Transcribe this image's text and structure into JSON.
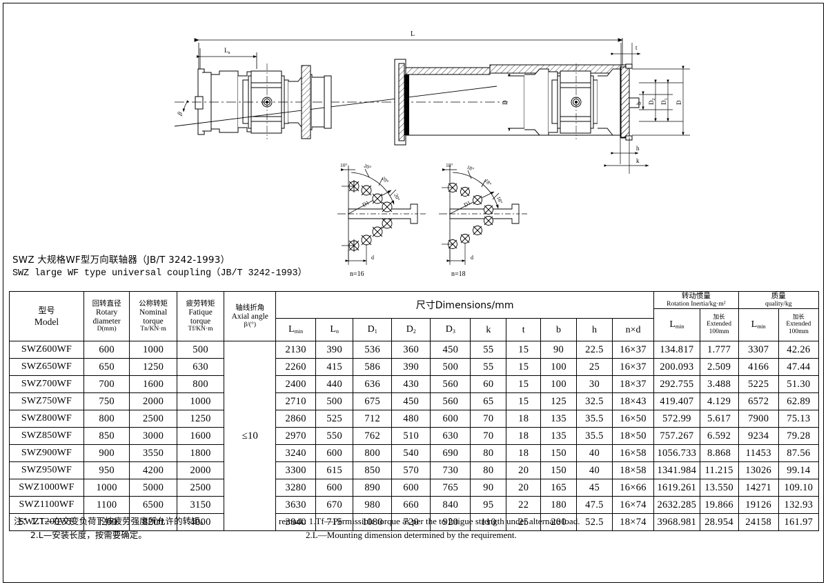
{
  "titles": {
    "chinese": "SWZ 大规格WF型万向联轴器（JB/T 3242-1993）",
    "english": "SWZ large WF type universal coupling（JB/T 3242-1993）"
  },
  "drawing": {
    "labels": {
      "overall_length": "L",
      "mounting_length": "Ln",
      "angle": "β",
      "t": "t",
      "b": "b",
      "k": "k",
      "h": "h",
      "D": "D",
      "D1": "D₁",
      "D2": "D₂",
      "D3": "D₃",
      "bolt_left_caption": "n=16",
      "bolt_right_caption": "n=18",
      "bolt_left_angles": [
        "10°",
        "20°",
        "20°",
        "20°"
      ],
      "bolt_right_angles": [
        "18°",
        "18°",
        "18°",
        "18°"
      ],
      "bolt_circle_label": "D1",
      "bolt_dia_label": "d"
    }
  },
  "table": {
    "group_headers": {
      "dimensions": "尺寸Dimensions/mm",
      "inertia_cn": "转动惯量",
      "inertia_en": "Rotation Inertia/kg·m²",
      "quality_cn": "质量",
      "quality_en": "quality/kg"
    },
    "columns": [
      {
        "cn": "型号",
        "en": "Model",
        "unit": ""
      },
      {
        "cn": "回转直径",
        "en": "Rotary diameter",
        "unit": "D(mm)"
      },
      {
        "cn": "公称转矩",
        "en": "Nominal torque",
        "unit": "Tn/KN·m"
      },
      {
        "cn": "疲劳转矩",
        "en": "Fatique torque",
        "unit": "Tf/KN·m"
      },
      {
        "cn": "轴线折角",
        "en": "Axial angle",
        "unit": "β/(°)"
      }
    ],
    "dim_columns": [
      "Lmin",
      "Ln",
      "D1",
      "D2",
      "D3",
      "k",
      "t",
      "b",
      "h",
      "n×d"
    ],
    "inertia_columns": [
      {
        "label": "Lmin",
        "sub": ""
      },
      {
        "label": "加长",
        "en": "Extended",
        "unit": "100mm"
      }
    ],
    "quality_columns": [
      {
        "label": "Lmin",
        "sub": ""
      },
      {
        "label": "加长",
        "en": "Extended",
        "unit": "100mm"
      }
    ],
    "axial_angle_value": "≤10",
    "rows": [
      {
        "model": "SWZ600WF",
        "D": "600",
        "Tn": "1000",
        "Tf": "500",
        "Lmin": "2130",
        "Ln": "390",
        "D1": "536",
        "D2": "360",
        "D3": "450",
        "k": "55",
        "t": "15",
        "b": "90",
        "h": "22.5",
        "nxd": "16×37",
        "inertia_L": "134.817",
        "inertia_ext": "1.777",
        "mass_L": "3307",
        "mass_ext": "42.26"
      },
      {
        "model": "SWZ650WF",
        "D": "650",
        "Tn": "1250",
        "Tf": "630",
        "Lmin": "2260",
        "Ln": "415",
        "D1": "586",
        "D2": "390",
        "D3": "500",
        "k": "55",
        "t": "15",
        "b": "100",
        "h": "25",
        "nxd": "16×37",
        "inertia_L": "200.093",
        "inertia_ext": "2.509",
        "mass_L": "4166",
        "mass_ext": "47.44"
      },
      {
        "model": "SWZ700WF",
        "D": "700",
        "Tn": "1600",
        "Tf": "800",
        "Lmin": "2400",
        "Ln": "440",
        "D1": "636",
        "D2": "430",
        "D3": "560",
        "k": "60",
        "t": "15",
        "b": "100",
        "h": "30",
        "nxd": "18×37",
        "inertia_L": "292.755",
        "inertia_ext": "3.488",
        "mass_L": "5225",
        "mass_ext": "51.30"
      },
      {
        "model": "SWZ750WF",
        "D": "750",
        "Tn": "2000",
        "Tf": "1000",
        "Lmin": "2710",
        "Ln": "500",
        "D1": "675",
        "D2": "450",
        "D3": "560",
        "k": "65",
        "t": "15",
        "b": "125",
        "h": "32.5",
        "nxd": "18×43",
        "inertia_L": "419.407",
        "inertia_ext": "4.129",
        "mass_L": "6572",
        "mass_ext": "62.89"
      },
      {
        "model": "SWZ800WF",
        "D": "800",
        "Tn": "2500",
        "Tf": "1250",
        "Lmin": "2860",
        "Ln": "525",
        "D1": "712",
        "D2": "480",
        "D3": "600",
        "k": "70",
        "t": "18",
        "b": "135",
        "h": "35.5",
        "nxd": "16×50",
        "inertia_L": "572.99",
        "inertia_ext": "5.617",
        "mass_L": "7900",
        "mass_ext": "75.13"
      },
      {
        "model": "SWZ850WF",
        "D": "850",
        "Tn": "3000",
        "Tf": "1600",
        "Lmin": "2970",
        "Ln": "550",
        "D1": "762",
        "D2": "510",
        "D3": "630",
        "k": "70",
        "t": "18",
        "b": "135",
        "h": "35.5",
        "nxd": "18×50",
        "inertia_L": "757.267",
        "inertia_ext": "6.592",
        "mass_L": "9234",
        "mass_ext": "79.28"
      },
      {
        "model": "SWZ900WF",
        "D": "900",
        "Tn": "3550",
        "Tf": "1800",
        "Lmin": "3240",
        "Ln": "600",
        "D1": "800",
        "D2": "540",
        "D3": "690",
        "k": "80",
        "t": "18",
        "b": "150",
        "h": "40",
        "nxd": "16×58",
        "inertia_L": "1056.733",
        "inertia_ext": "8.868",
        "mass_L": "11453",
        "mass_ext": "87.56"
      },
      {
        "model": "SWZ950WF",
        "D": "950",
        "Tn": "4200",
        "Tf": "2000",
        "Lmin": "3300",
        "Ln": "615",
        "D1": "850",
        "D2": "570",
        "D3": "730",
        "k": "80",
        "t": "20",
        "b": "150",
        "h": "40",
        "nxd": "18×58",
        "inertia_L": "1341.984",
        "inertia_ext": "11.215",
        "mass_L": "13026",
        "mass_ext": "99.14"
      },
      {
        "model": "SWZ1000WF",
        "D": "1000",
        "Tn": "5000",
        "Tf": "2500",
        "Lmin": "3280",
        "Ln": "600",
        "D1": "890",
        "D2": "600",
        "D3": "765",
        "k": "90",
        "t": "20",
        "b": "165",
        "h": "45",
        "nxd": "16×66",
        "inertia_L": "1619.261",
        "inertia_ext": "13.550",
        "mass_L": "14271",
        "mass_ext": "109.10"
      },
      {
        "model": "SWZ1100WF",
        "D": "1100",
        "Tn": "6500",
        "Tf": "3150",
        "Lmin": "3630",
        "Ln": "670",
        "D1": "980",
        "D2": "660",
        "D3": "840",
        "k": "95",
        "t": "22",
        "b": "180",
        "h": "47.5",
        "nxd": "16×74",
        "inertia_L": "2632.285",
        "inertia_ext": "19.866",
        "mass_L": "19126",
        "mass_ext": "132.93"
      },
      {
        "model": "SWZ1200WF",
        "D": "1200",
        "Tn": "8200",
        "Tf": "4000",
        "Lmin": "3840",
        "Ln": "715",
        "D1": "1080",
        "D2": "720",
        "D3": "920",
        "k": "110",
        "t": "25",
        "b": "200",
        "h": "52.5",
        "nxd": "18×74",
        "inertia_L": "3968.981",
        "inertia_ext": "28.954",
        "mass_L": "24158",
        "mass_ext": "161.97"
      }
    ]
  },
  "notes": {
    "chinese": "注：1.T—在交变负荷下按疲劳强度所允许的转矩。\n      2.L—安装长度，按需要确定。",
    "english": "remark: 1.Tf—Permissible torque as per the to fatigue strength under alternate load.\n            2.L—Mounting dimension determined by the requirement."
  }
}
